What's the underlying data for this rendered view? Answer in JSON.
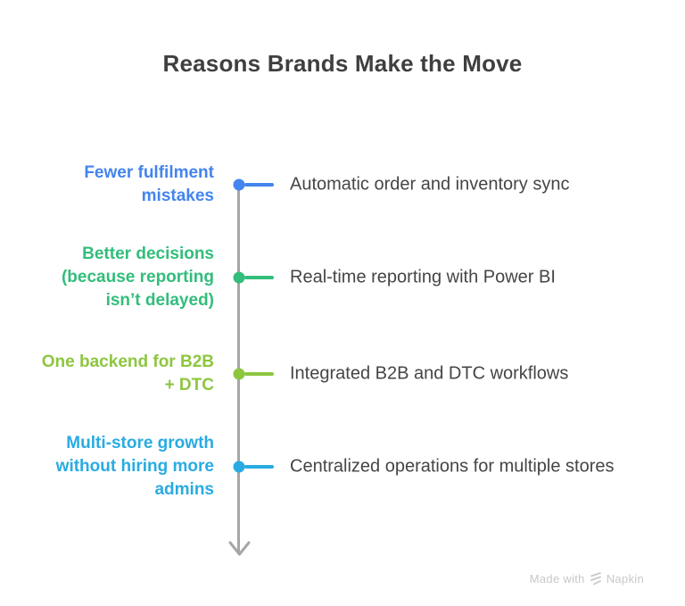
{
  "title": "Reasons Brands Make the Move",
  "items": [
    {
      "label": "Fewer fulfilment\nmistakes",
      "description": "Automatic order and inventory sync",
      "color": "#4484ee"
    },
    {
      "label": "Better decisions\n(because reporting\nisn’t delayed)",
      "description": "Real-time reporting with Power BI",
      "color": "#33bd7b"
    },
    {
      "label": "One backend for B2B\n+ DTC",
      "description": "Integrated B2B and DTC workflows",
      "color": "#8dc63f"
    },
    {
      "label": "Multi-store growth\nwithout hiring more\nadmins",
      "description": "Centralized operations for multiple stores",
      "color": "#29abe2"
    }
  ],
  "timeline": {
    "direction": "down",
    "line_color": "#a6a6a6"
  },
  "watermark": {
    "prefix": "Made with",
    "brand": "Napkin",
    "color": "#c8c8c8"
  },
  "colors": {
    "background": "#ffffff",
    "title_text": "#3f3f3f",
    "description_text": "#454545"
  }
}
